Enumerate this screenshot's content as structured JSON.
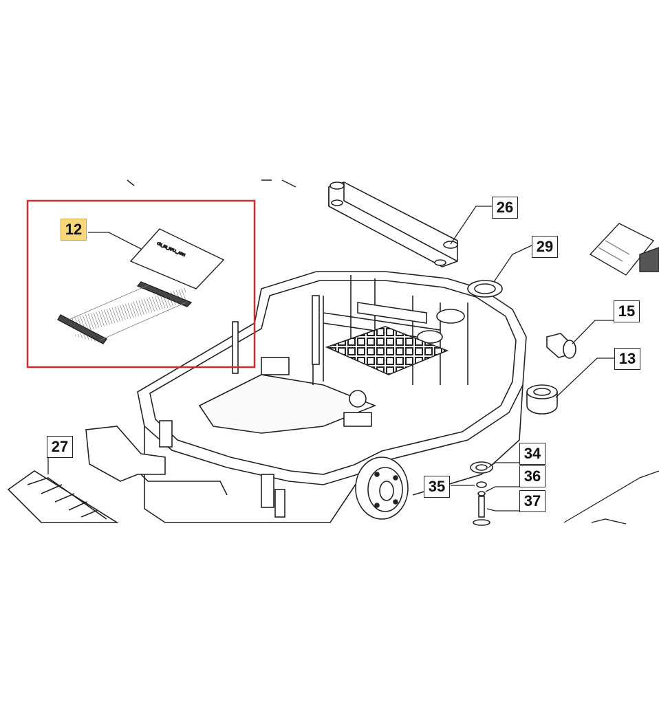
{
  "diagram": {
    "callouts": [
      {
        "id": "12",
        "label": "12",
        "highlighted": true
      },
      {
        "id": "26",
        "label": "26",
        "highlighted": false
      },
      {
        "id": "29",
        "label": "29",
        "highlighted": false
      },
      {
        "id": "15",
        "label": "15",
        "highlighted": false
      },
      {
        "id": "13",
        "label": "13",
        "highlighted": false
      },
      {
        "id": "27",
        "label": "27",
        "highlighted": false
      },
      {
        "id": "34",
        "label": "34",
        "highlighted": false
      },
      {
        "id": "35",
        "label": "35",
        "highlighted": false
      },
      {
        "id": "36",
        "label": "36",
        "highlighted": false
      },
      {
        "id": "37",
        "label": "37",
        "highlighted": false
      }
    ],
    "cable_label": "CN_50_RFLL_ARH",
    "colors": {
      "highlight_box": "#d42a2a",
      "highlight_callout": "#f7d77a",
      "line": "#222222"
    }
  }
}
